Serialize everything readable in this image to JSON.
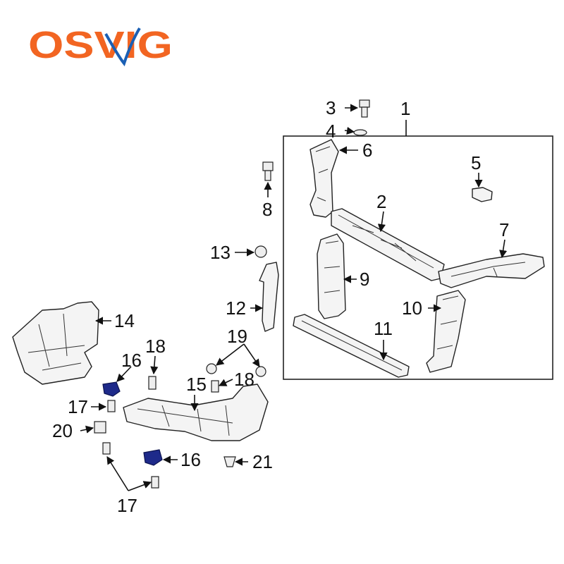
{
  "logo": {
    "text": "OSVIG",
    "colors": {
      "letters": "#f26522",
      "swoosh": "#1a5fb4"
    }
  },
  "callouts": [
    "1",
    "2",
    "3",
    "4",
    "5",
    "6",
    "7",
    "8",
    "9",
    "10",
    "11",
    "12",
    "13",
    "14",
    "15",
    "16",
    "16",
    "17",
    "17",
    "18",
    "18",
    "19",
    "20",
    "21"
  ],
  "colors": {
    "clip_blue": "#1e2a8a",
    "line": "#222222",
    "part_fill": "#f4f4f4"
  }
}
